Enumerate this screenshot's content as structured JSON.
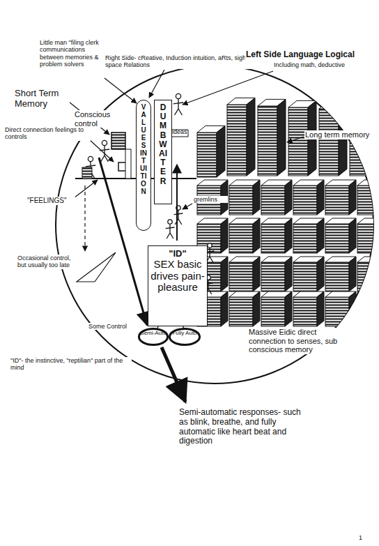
{
  "diagram": {
    "nodes": [
      {
        "text": [
          "VALUES INTUITION"
        ]
      },
      {
        "text": [
          "DUMBWAITER"
        ]
      },
      {
        "text": [
          "\"ID\"",
          "SEX basic drives pain-pleasure"
        ]
      },
      {
        "text": [
          "Semi-Auto"
        ]
      },
      {
        "text": [
          "Fully Auto"
        ]
      }
    ],
    "edges": [
      {
        "from": 2,
        "to": 3,
        "arrow": "none"
      },
      {
        "from": 2,
        "to": 4,
        "arrow": "none"
      }
    ],
    "labels": [
      "Little man \"filing clerk communications between memories & problem solvers",
      "Right Side- cReative, Induction intuition, aRts, sight-space Relations",
      "Left Side Language Logical",
      "Including math, deductive",
      "Short Term Memory",
      "Long term memory",
      "ideas",
      "Conscious control",
      "Direct connection feelings to controls",
      "\"FEELINGS\"",
      "gremlins",
      "Occasional control, but usually too late",
      "Some Control",
      "Massive Eidic direct connection to senses, sub conscious memory",
      "\"ID\"- the instinctive, \"reptilian\" part of the mind",
      "Semi-automatic responses- such as blink, breathe, and fully automatic like heart beat and digestion",
      "1"
    ]
  }
}
